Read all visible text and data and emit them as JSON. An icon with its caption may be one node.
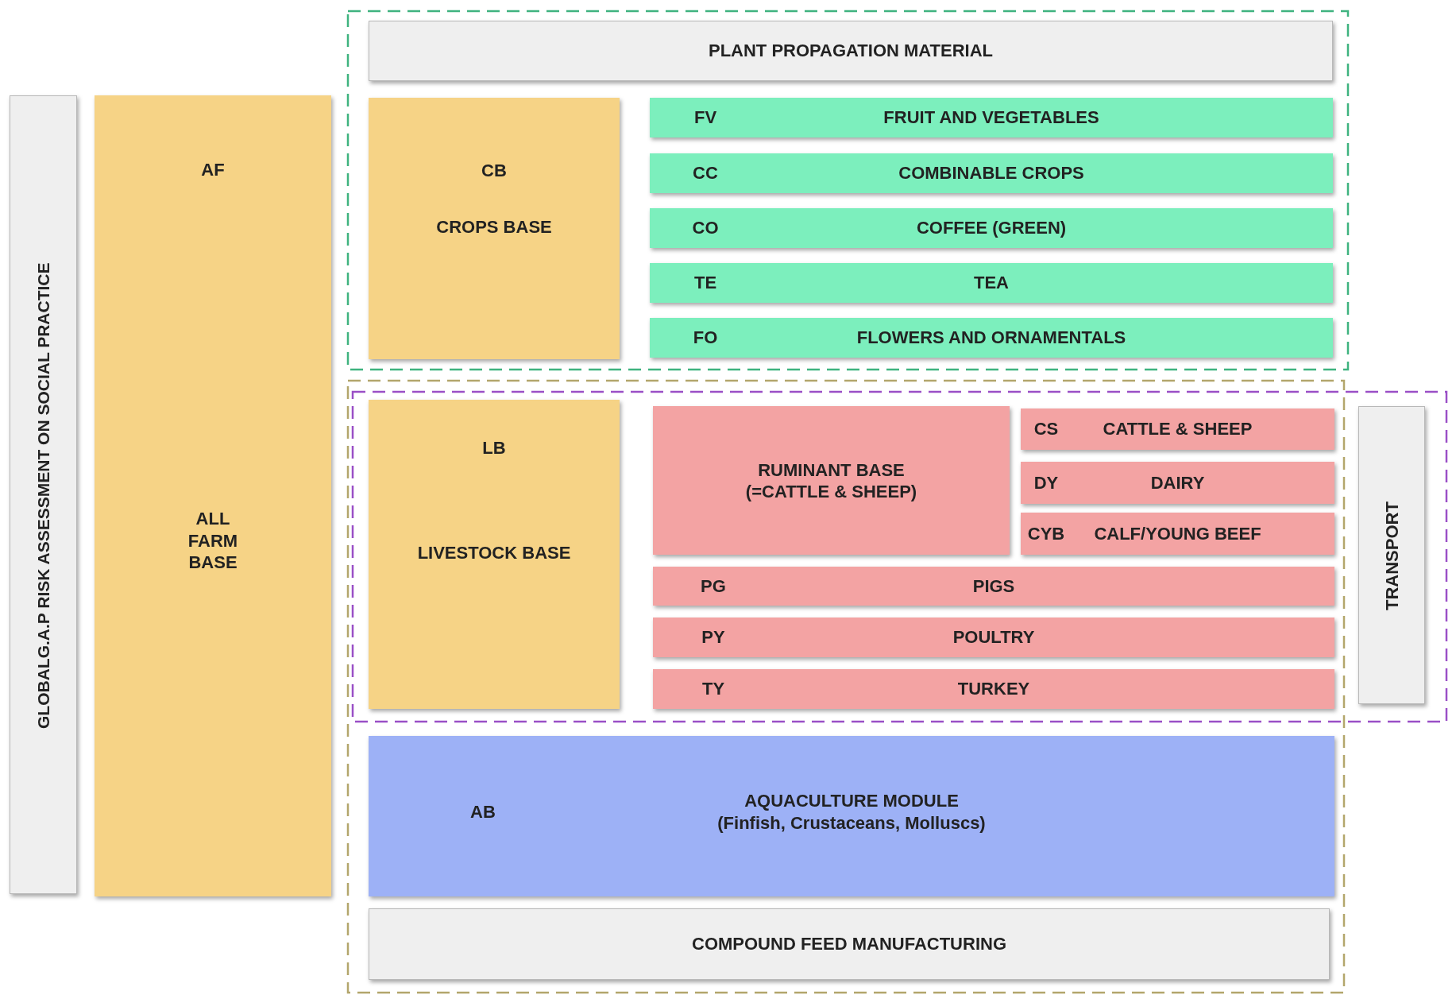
{
  "diagram": {
    "nodes": [
      {
        "text": [
          "GLOBALG.A.P RISK ASSESSMENT ON SOCIAL PRACTICE"
        ]
      },
      {
        "text": [
          "AF",
          "ALL FARM BASE"
        ]
      },
      {
        "text": [
          "PLANT PROPAGATION MATERIAL"
        ]
      },
      {
        "text": [
          "CB",
          "CROPS BASE"
        ]
      },
      {
        "text": [
          "FV",
          "FRUIT AND VEGETABLES"
        ]
      },
      {
        "text": [
          "CC",
          "COMBINABLE CROPS"
        ]
      },
      {
        "text": [
          "CO",
          "COFFEE (GREEN)"
        ]
      },
      {
        "text": [
          "TE",
          "TEA"
        ]
      },
      {
        "text": [
          "FO",
          "FLOWERS AND ORNAMENTALS"
        ]
      },
      {
        "text": [
          "LB",
          "LIVESTOCK BASE"
        ]
      },
      {
        "text": [
          "RUMINANT BASE (=CATTLE & SHEEP)"
        ]
      },
      {
        "text": [
          "CS",
          "CATTLE & SHEEP"
        ]
      },
      {
        "text": [
          "DY",
          "DAIRY"
        ]
      },
      {
        "text": [
          "CYB",
          "CALF/YOUNG BEEF"
        ]
      },
      {
        "text": [
          "PG",
          "PIGS"
        ]
      },
      {
        "text": [
          "PY",
          "POULTRY"
        ]
      },
      {
        "text": [
          "TY",
          "TURKEY"
        ]
      },
      {
        "text": [
          "TRANSPORT"
        ]
      },
      {
        "text": [
          "AB",
          "AQUACULTURE MODULE (Finfish, Crustaceans, Molluscs)"
        ]
      },
      {
        "text": [
          "COMPOUND FEED MANUFACTURING"
        ]
      }
    ]
  }
}
